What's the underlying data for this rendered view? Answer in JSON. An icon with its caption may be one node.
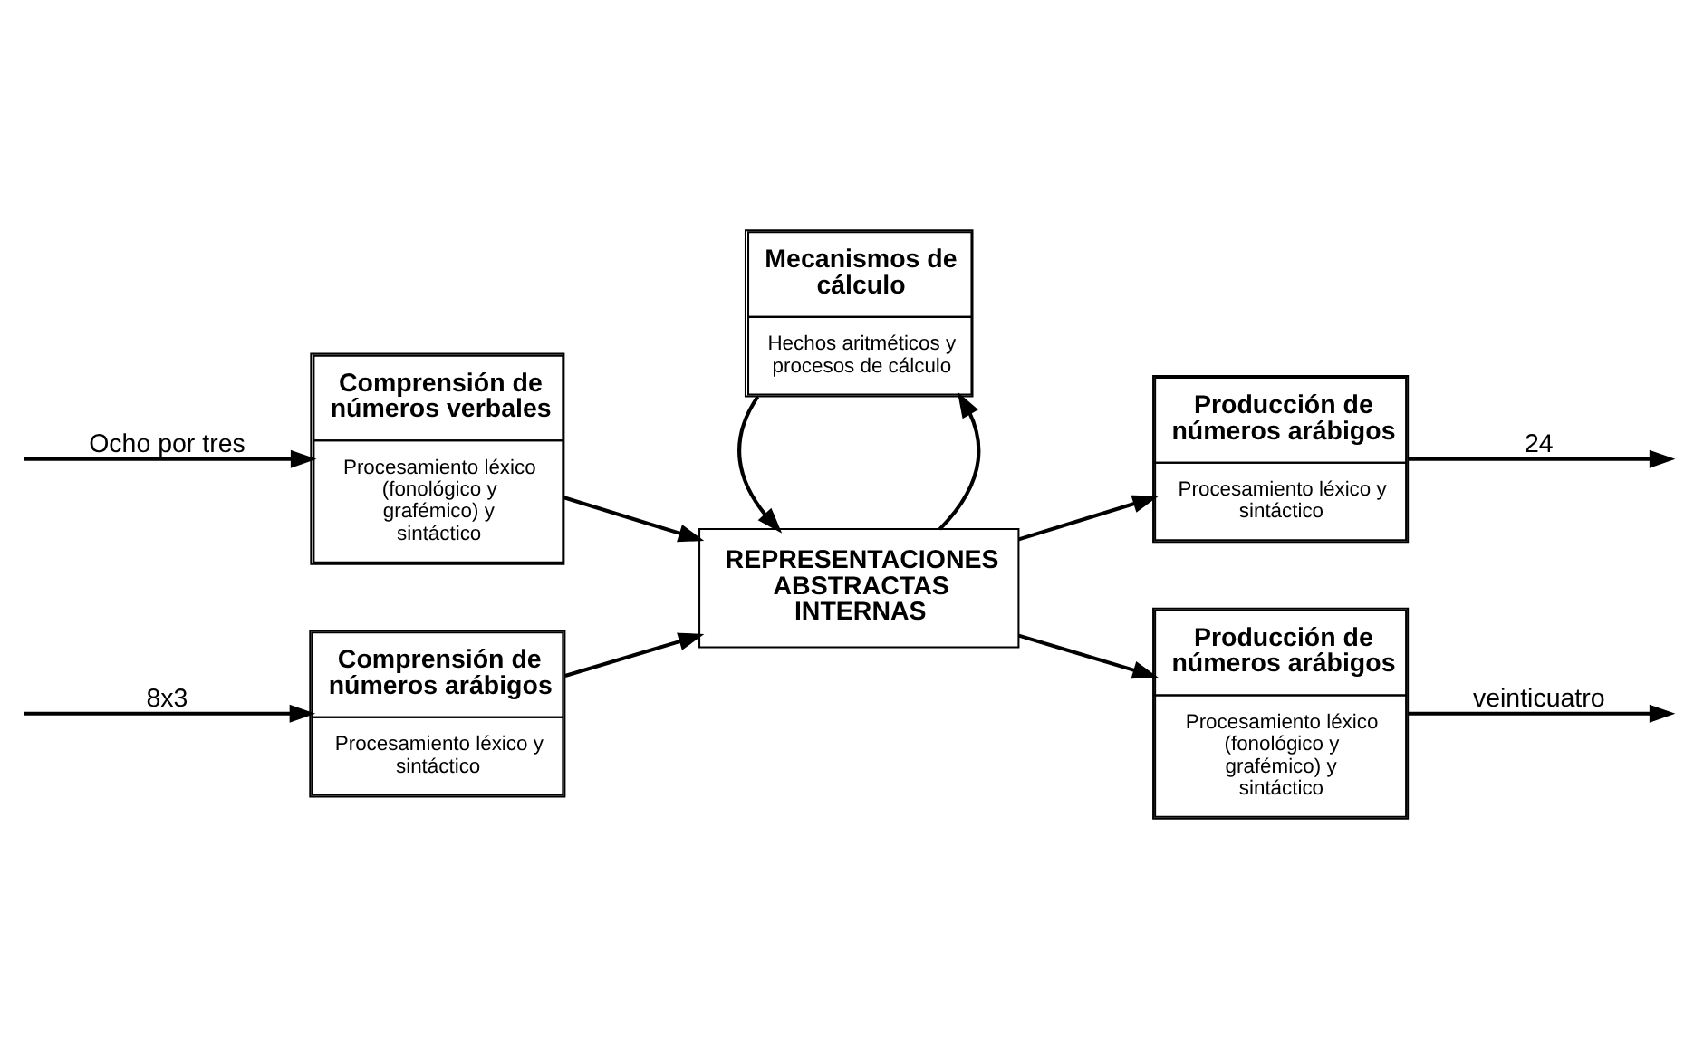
{
  "diagram": {
    "nodes": [
      {
        "text": [
          "Comprensión de números arábigos",
          "Procesamiento léxico y sintáctico"
        ]
      },
      {
        "text": [
          "Mecanismos de cálculo",
          "Hechos aritméticos y procesos de cálculo"
        ]
      },
      {
        "text": [
          "Producción de números arábigos",
          "Procesamiento léxico y sintáctico"
        ]
      },
      {
        "text": [
          "REPRESENTACIONES ABSTRACTAS INTERNAS"
        ]
      },
      {
        "text": [
          "Comprensión de números verbales",
          "Procesamiento léxico (fonológico y grafémico) y sintáctico"
        ]
      },
      {
        "text": [
          "Producción de números arábigos",
          "Procesamiento léxico (fonológico y grafémico) y sintáctico"
        ]
      }
    ],
    "edges": [
      {
        "from": null,
        "to": 0,
        "arrow": "to",
        "label": "8x3"
      },
      {
        "from": null,
        "to": 4,
        "arrow": "to",
        "label": "Ocho por tres"
      },
      {
        "from": 0,
        "to": 3,
        "arrow": "to"
      },
      {
        "from": 4,
        "to": 3,
        "arrow": "to"
      },
      {
        "from": 3,
        "to": 1,
        "arrow": "to"
      },
      {
        "from": 1,
        "to": 3,
        "arrow": "to"
      },
      {
        "from": 3,
        "to": 2,
        "arrow": "to"
      },
      {
        "from": 3,
        "to": 5,
        "arrow": "to"
      },
      {
        "from": 2,
        "to": null,
        "arrow": "to",
        "label": "24"
      },
      {
        "from": 5,
        "to": null,
        "arrow": "to",
        "label": "veinticuatro"
      }
    ]
  }
}
